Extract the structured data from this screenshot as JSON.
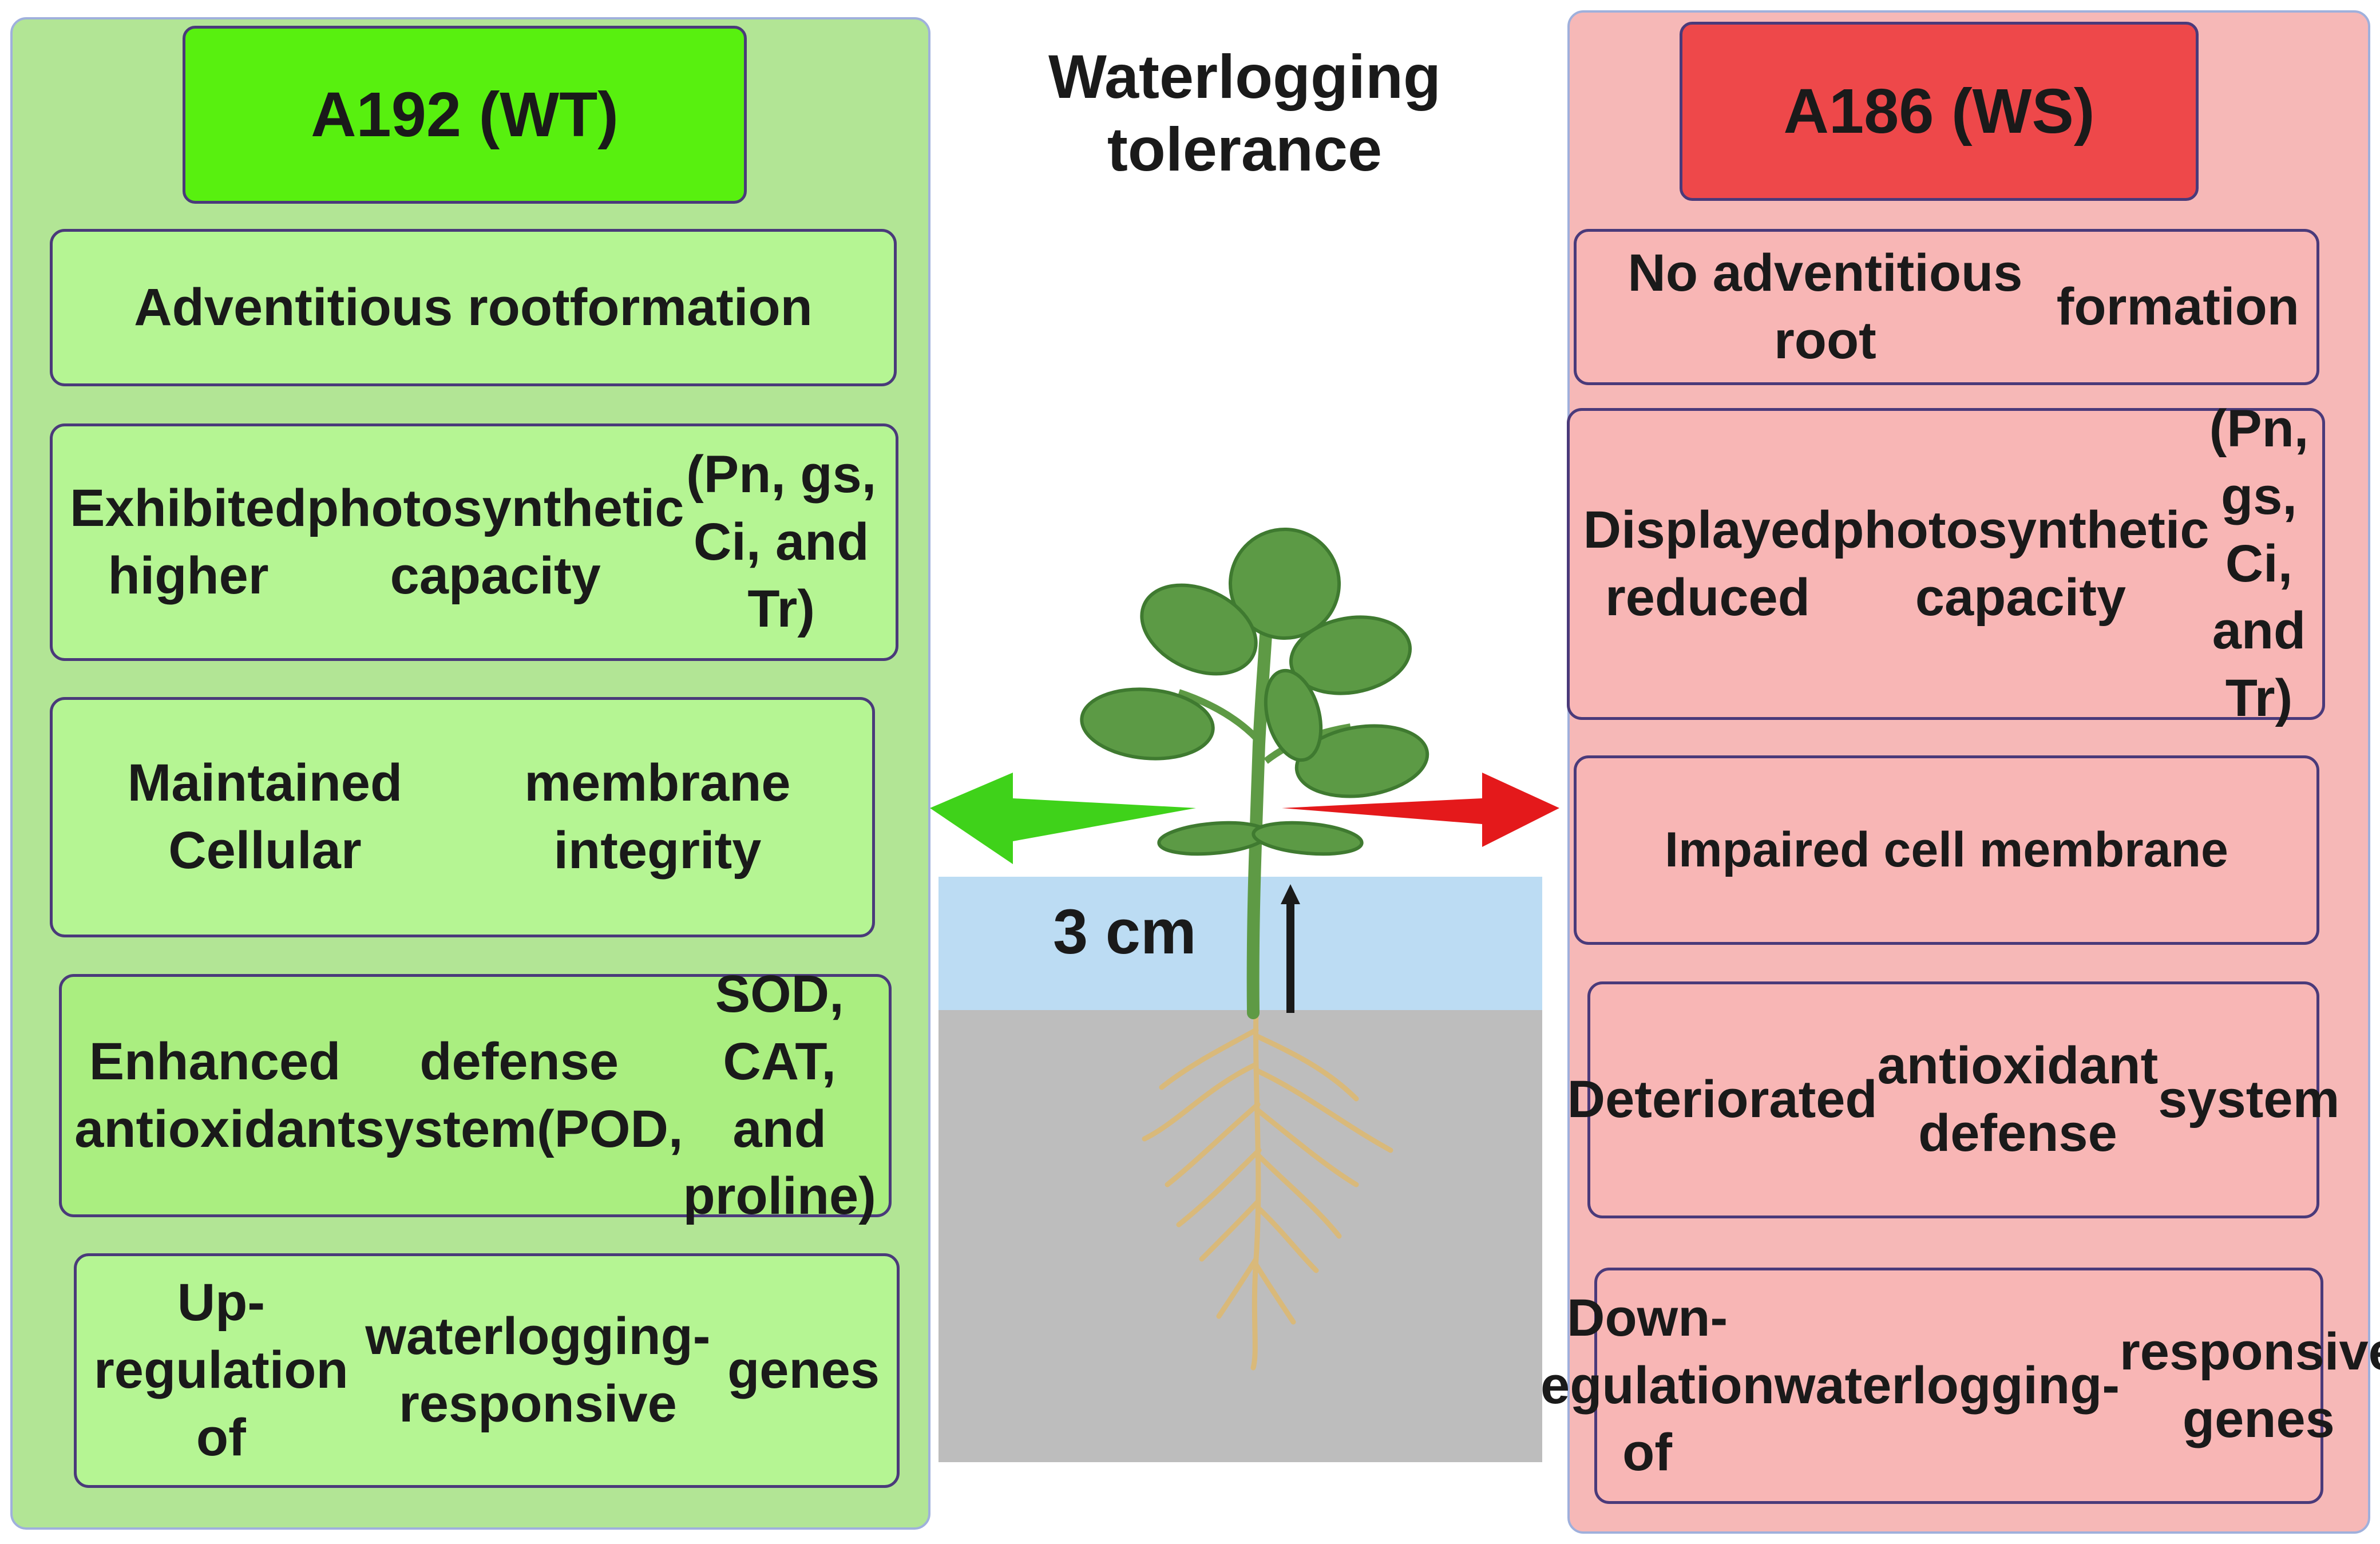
{
  "title": {
    "line1": "Waterlogging",
    "line2": "tolerance"
  },
  "left": {
    "header": "A192 (WT)",
    "cards": [
      [
        "Adventitious root",
        "formation"
      ],
      [
        "Exhibited higher",
        "photosynthetic capacity",
        "(Pn, gs, Ci, and Tr)"
      ],
      [
        "Maintained Cellular",
        "membrane integrity"
      ],
      [
        "Enhanced antioxidant",
        "defense system(POD,",
        "SOD, CAT, and proline)"
      ],
      [
        "Up-regulation of",
        "waterlogging- responsive",
        "genes"
      ]
    ],
    "colors": {
      "panel": "#b2e595",
      "header": "#58f00f",
      "card": "#b5f593",
      "arrow": "#3fd21a"
    }
  },
  "right": {
    "header": "A186 (WS)",
    "cards": [
      [
        "No adventitious root",
        "formation"
      ],
      [
        "Displayed reduced",
        "photosynthetic capacity",
        "(Pn, gs, Ci, and Tr)"
      ],
      [
        "Impaired cell membrane"
      ],
      [
        "Deteriorated",
        "antioxidant defense",
        "system"
      ],
      [
        "Down-regulation of",
        "waterlogging-",
        "responsive genes"
      ]
    ],
    "colors": {
      "panel": "#f6b8b7",
      "header": "#ee484a",
      "card": "#f8b6b5",
      "arrow": "#e4191b"
    }
  },
  "center": {
    "depth_label": "3 cm",
    "colors": {
      "water": "#bcdcf3",
      "soil": "#bdbdbd",
      "leaf": "#5c9a45",
      "root": "#d9b97a"
    }
  }
}
